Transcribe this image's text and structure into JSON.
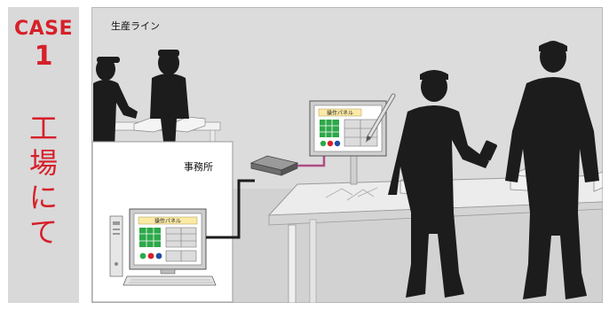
{
  "sidebar": {
    "case_label": "CASE",
    "case_number": "1",
    "title_chars": [
      "工",
      "場",
      "に",
      "て"
    ],
    "accent_color": "#d6202a",
    "background_color": "#d9d9d9"
  },
  "scene": {
    "production_line_label": "生産ライン",
    "office_label": "事務所",
    "panel_label_large": "操作パネル",
    "panel_label_small": "操作パネル",
    "silhouette_color": "#1c1c1c",
    "cable_color": "#b04a86"
  }
}
